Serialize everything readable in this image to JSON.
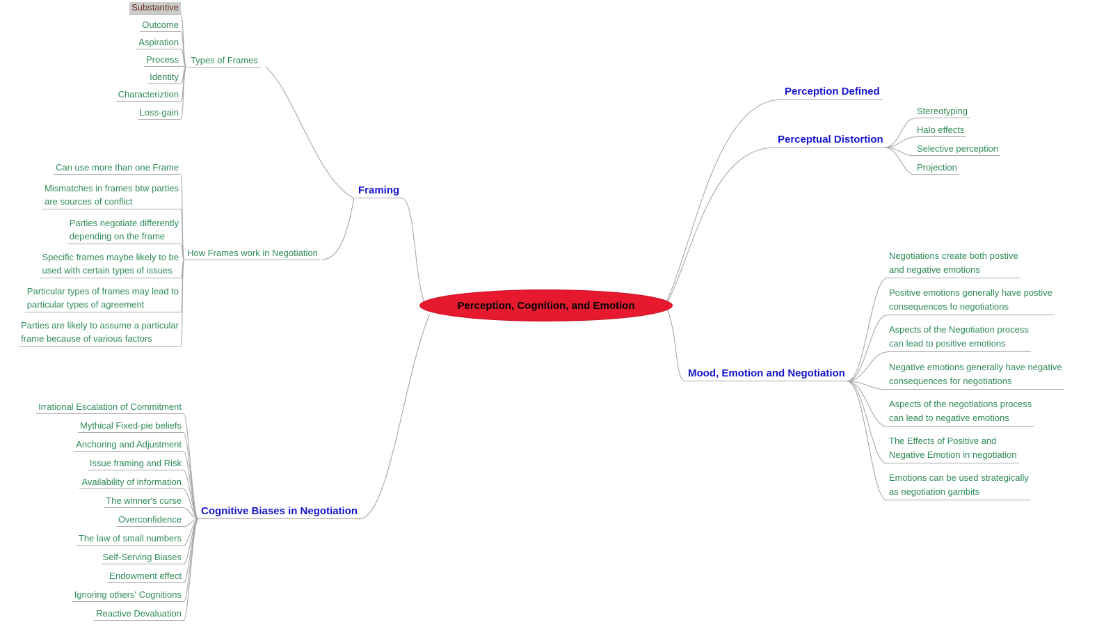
{
  "central": {
    "label": "Perception, Cognition, and Emotion"
  },
  "framing": {
    "label": "Framing",
    "types_of_frames": {
      "label": "Types of Frames",
      "selected_item": "Substantive",
      "items": [
        "Substantive",
        "Outcome",
        "Aspiration",
        "Process",
        "Identity",
        "Characteriztion",
        "Loss-gain"
      ]
    },
    "how_frames_work": {
      "label": "How Frames work in Negotiation",
      "items": [
        "Can use more than one Frame",
        "Mismatches in frames btw parties\nare sources of conflict",
        "Parties negotiate differently\ndepending on the frame",
        "Specific frames maybe likely to be\nused with certain types of issues",
        "Particular types of frames may lead to\nparticular types of agreement",
        "Parties are likely to assume a particular\nframe because of various factors"
      ]
    }
  },
  "perception_defined": {
    "label": "Perception Defined"
  },
  "perceptual_distortion": {
    "label": "Perceptual Distortion",
    "items": [
      "Stereotyping",
      "Halo effects",
      "Selective perception",
      "Projection"
    ]
  },
  "mood_emotion": {
    "label": "Mood, Emotion and Negotiation",
    "items": [
      "Negotiations create both postive\nand negative emotions",
      "Positive emotions generally have postive\nconsequences fo negotiations",
      "Aspects of the Negotiation process\ncan lead to positive emotions",
      "Negative emotions generally have negative\nconsequences for negotiations",
      "Aspects of the negotiations process\ncan lead to negative emotions",
      "The Effects of Positive and\nNegative Emotion in negotiation",
      "Emotions can be used strategically\nas negotiation gambits"
    ]
  },
  "cognitive_biases": {
    "label": "Cognitive Biases in Negotiation",
    "items": [
      "Irrational Escalation of Commitment",
      "Mythical Fixed-pie beliefs",
      "Anchoring and Adjustment",
      "Issue framing and Risk",
      "Availability of information",
      "The winner's curse",
      "Overconfidence",
      "The law of small numbers",
      "Self-Serving Biases",
      "Endowment effect",
      "Ignoring others' Cognitions",
      "Reactive Devaluation"
    ]
  },
  "colors": {
    "central_bg": "#e6192e",
    "topic_text": "#1414cc",
    "leaf_text": "#2e8b57",
    "edge_line": "#a6a6a6",
    "selected_bg": "#cccccc"
  }
}
